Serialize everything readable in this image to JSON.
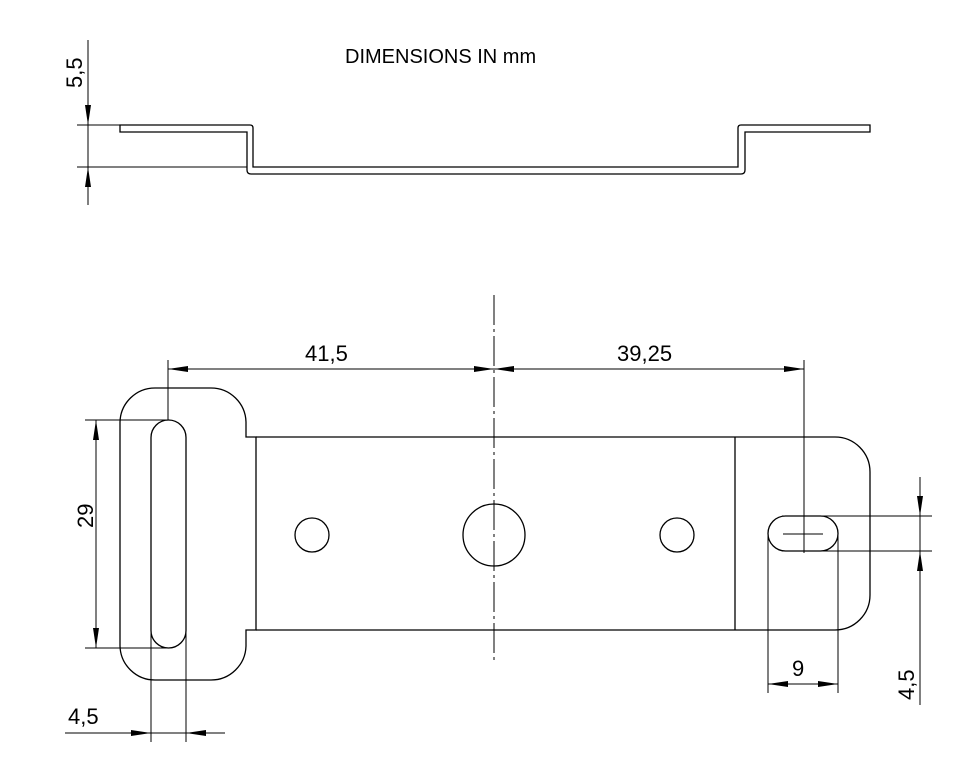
{
  "title": "DIMENSIONS IN mm",
  "dimensions": {
    "height_profile": "5,5",
    "left_to_center": "41,5",
    "center_to_right": "39,25",
    "slot_length": "29",
    "slot_width_left": "4,5",
    "slot_length_right": "9",
    "slot_width_right": "4,5"
  },
  "colors": {
    "line": "#000000",
    "background": "#ffffff"
  }
}
